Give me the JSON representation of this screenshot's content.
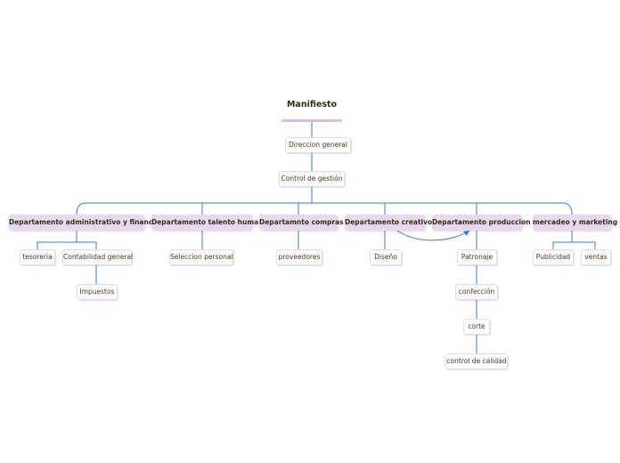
{
  "root": {
    "title": "Manifiesto"
  },
  "top": {
    "direction": "Direccion general",
    "control": "Control de gestión"
  },
  "departments": [
    {
      "label": "Departamento administrativo y financiero",
      "children": [
        "tesoreria",
        "Contabilidad general"
      ],
      "sub": [
        "Impuestos"
      ]
    },
    {
      "label": "Departamento talento humano",
      "children": [
        "Seleccion personal"
      ]
    },
    {
      "label": "Departamnto compras",
      "children": [
        "proveedores"
      ]
    },
    {
      "label": "Departamento creativo",
      "children": [
        "Diseño"
      ]
    },
    {
      "label": "Departamento produccion",
      "children": [
        "Patronaje"
      ],
      "chain": [
        "confección",
        "corte",
        "control de calidad"
      ]
    },
    {
      "label": "mercadeo y marketing",
      "children": [
        "Publicidad",
        "ventas"
      ]
    }
  ],
  "colors": {
    "line": "#3a78d6",
    "dept_bg": "#e9d9ee",
    "title_bar": "#d8bfe0"
  }
}
